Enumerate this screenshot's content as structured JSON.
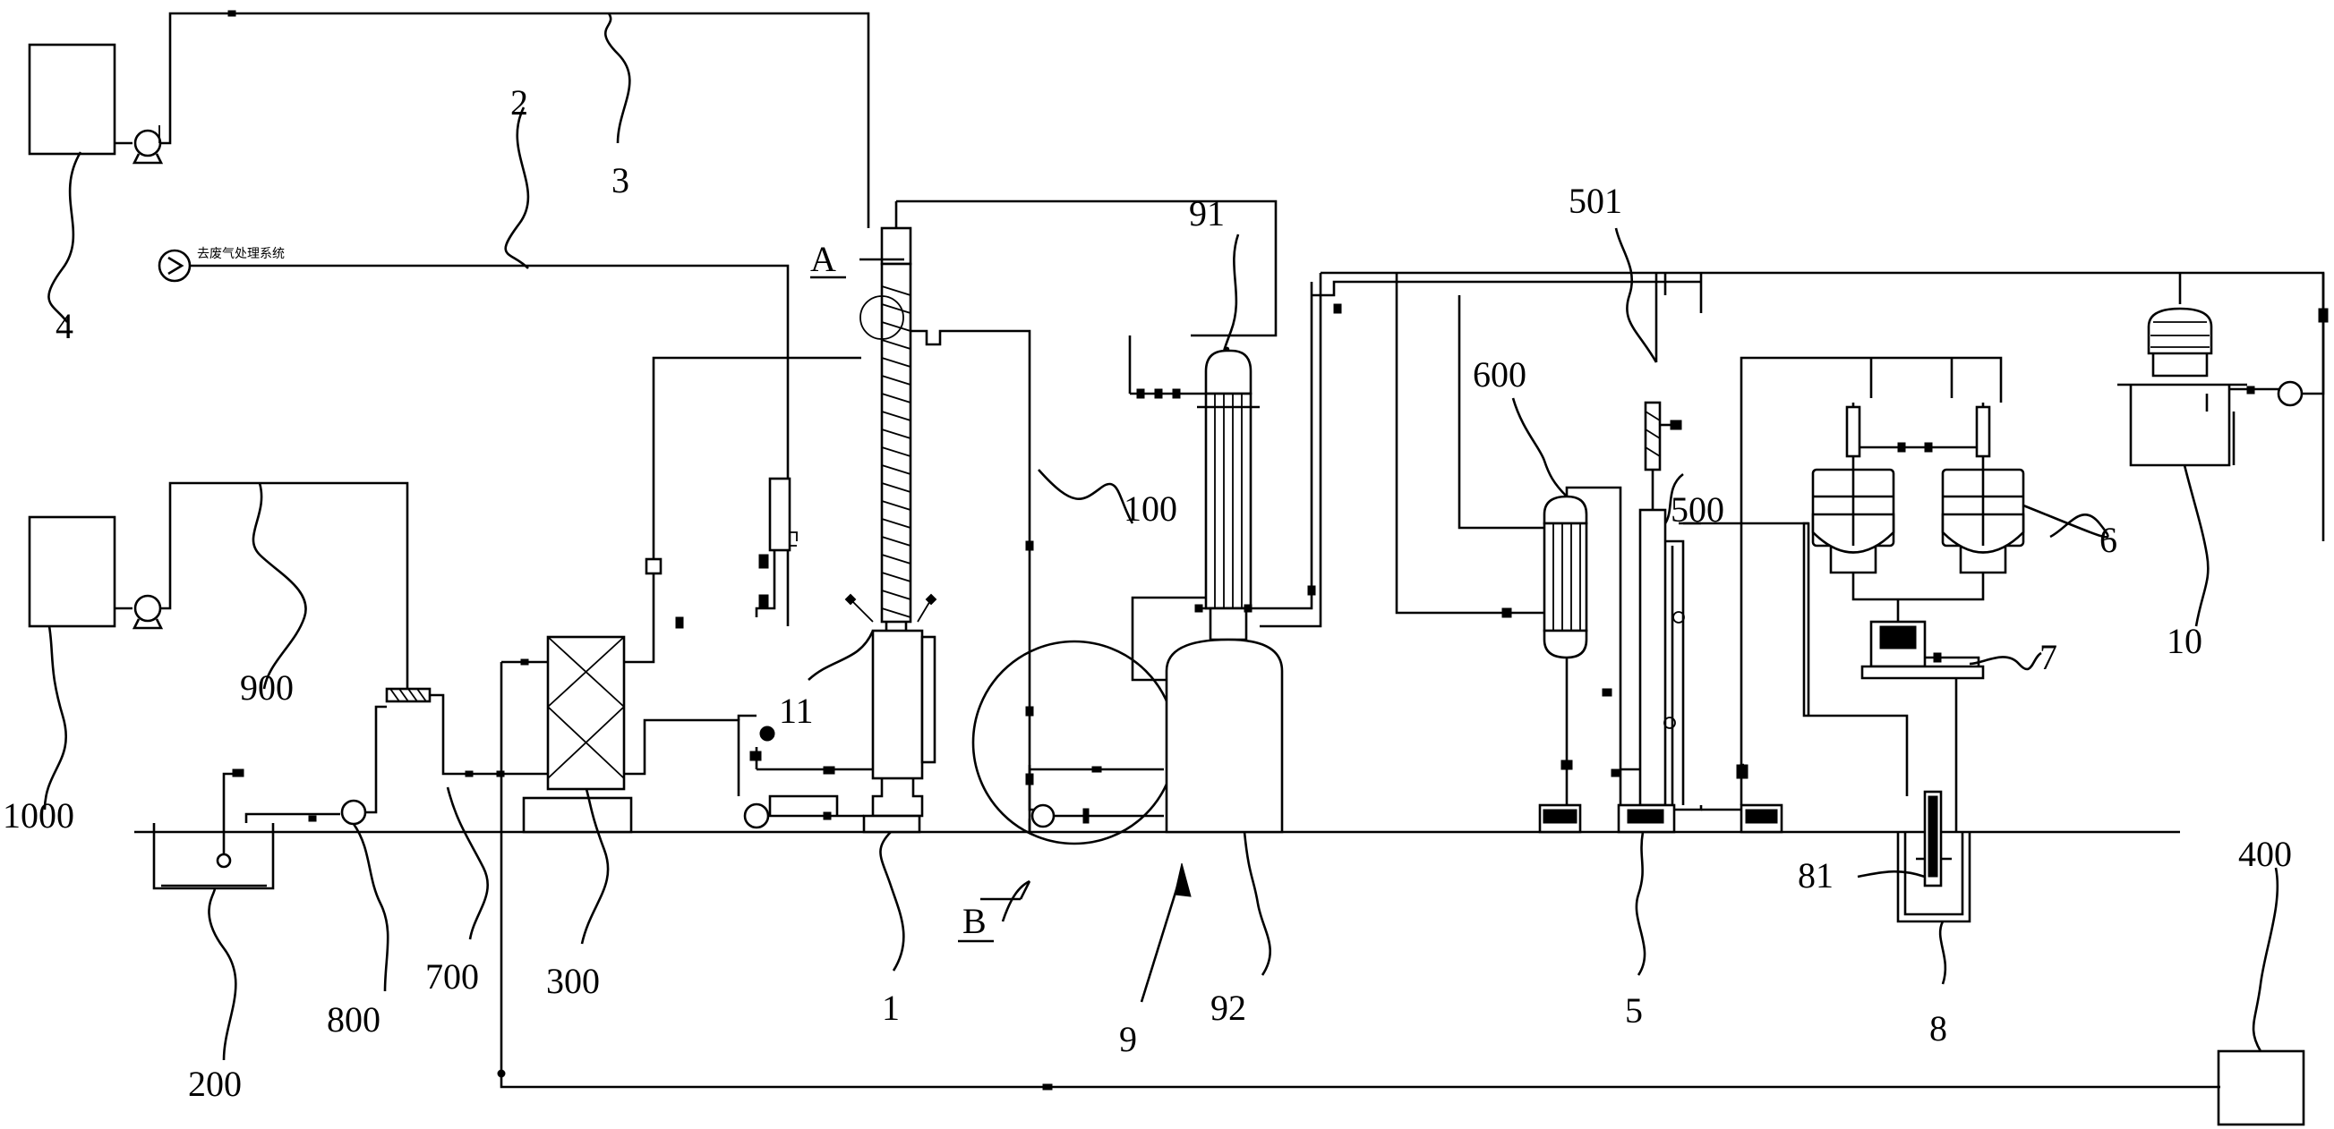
{
  "figure": {
    "labels": [
      {
        "id": "4",
        "text": "4"
      },
      {
        "id": "2",
        "text": "2"
      },
      {
        "id": "3",
        "text": "3"
      },
      {
        "id": "A",
        "text": "A"
      },
      {
        "id": "91",
        "text": "91"
      },
      {
        "id": "501",
        "text": "501"
      },
      {
        "id": "600",
        "text": "600"
      },
      {
        "id": "100",
        "text": "100"
      },
      {
        "id": "500",
        "text": "500"
      },
      {
        "id": "6",
        "text": "6"
      },
      {
        "id": "10",
        "text": "10"
      },
      {
        "id": "11",
        "text": "11"
      },
      {
        "id": "7",
        "text": "7"
      },
      {
        "id": "900",
        "text": "900"
      },
      {
        "id": "1000",
        "text": "1000"
      },
      {
        "id": "81",
        "text": "81"
      },
      {
        "id": "400",
        "text": "400"
      },
      {
        "id": "B",
        "text": "B"
      },
      {
        "id": "800",
        "text": "800"
      },
      {
        "id": "700",
        "text": "700"
      },
      {
        "id": "300",
        "text": "300"
      },
      {
        "id": "1",
        "text": "1"
      },
      {
        "id": "92",
        "text": "92"
      },
      {
        "id": "5",
        "text": "5"
      },
      {
        "id": "8",
        "text": "8"
      },
      {
        "id": "200",
        "text": "200"
      },
      {
        "id": "9",
        "text": "9"
      }
    ],
    "fan_caption": "去废气处理系统"
  }
}
